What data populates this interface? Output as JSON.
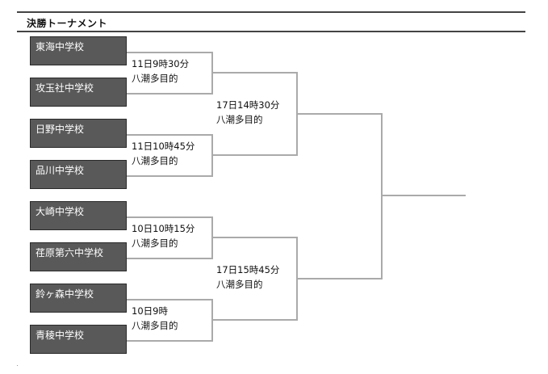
{
  "title": "決勝トーナメント",
  "teams": [
    "東海中学校",
    "攻玉社中学校",
    "日野中学校",
    "品川中学校",
    "大崎中学校",
    "荏原第六中学校",
    "鈴ヶ森中学校",
    "青稜中学校"
  ],
  "round1": [
    {
      "time": "11日9時30分",
      "venue": "八潮多目的"
    },
    {
      "time": "11日10時45分",
      "venue": "八潮多目的"
    },
    {
      "time": "10日10時15分",
      "venue": "八潮多目的"
    },
    {
      "time": "10日9時",
      "venue": "八潮多目的"
    }
  ],
  "semifinals": [
    {
      "time": "17日14時30分",
      "venue": "八潮多目的"
    },
    {
      "time": "17日15時45分",
      "venue": "八潮多目的"
    }
  ]
}
